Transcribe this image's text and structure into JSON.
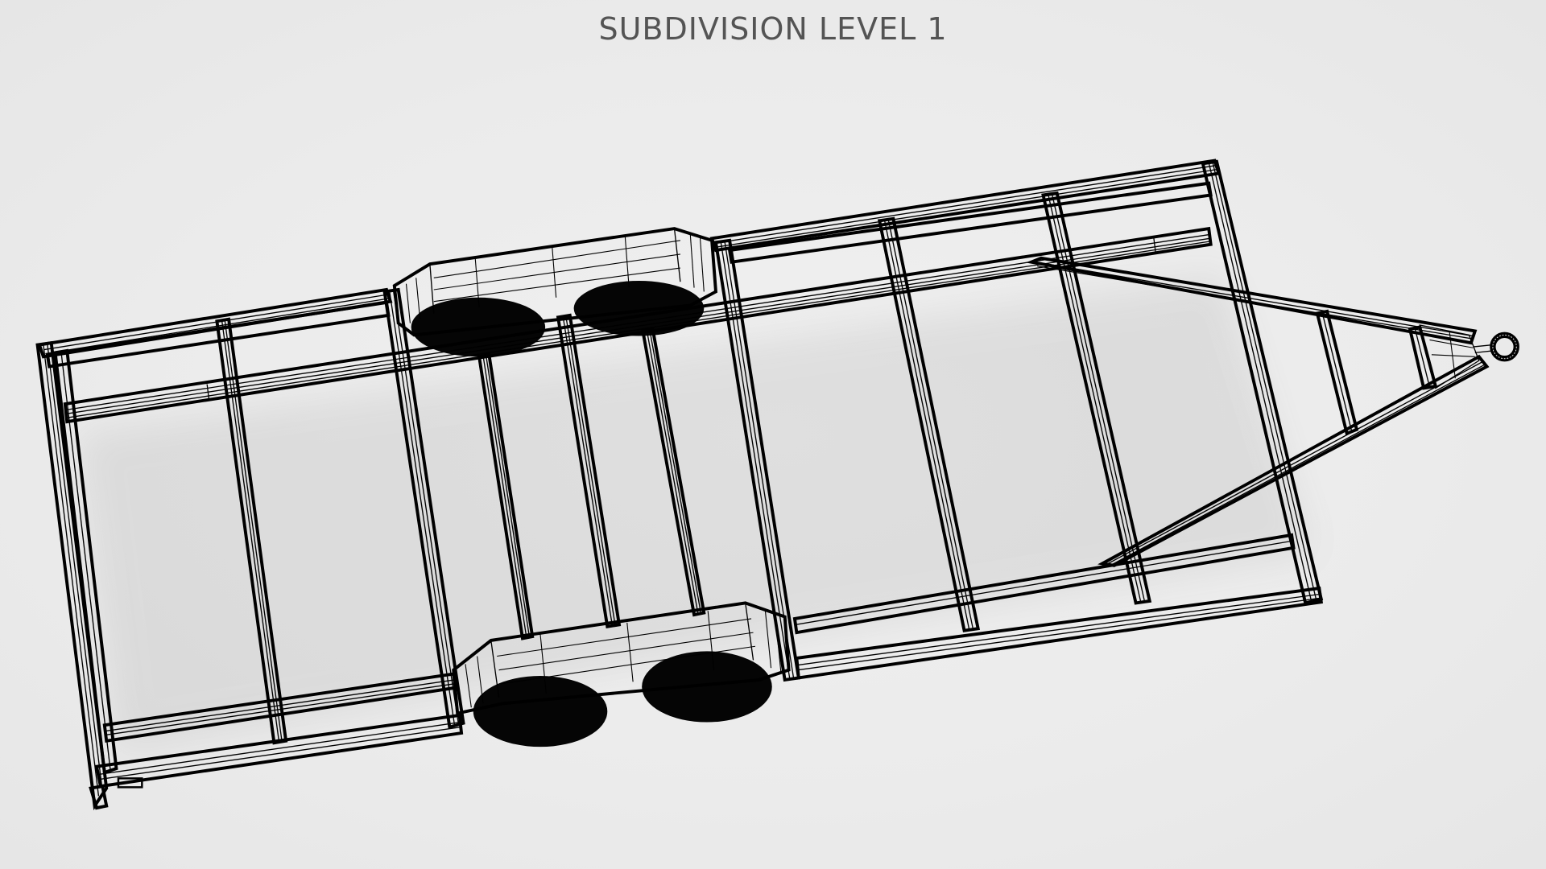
{
  "title": "SUBDIVISION LEVEL 1",
  "scene": {
    "subject": "trailer-frame-wireframe",
    "background_color": "#ebebeb",
    "line_color": "#000000",
    "wheel_count": 4
  }
}
